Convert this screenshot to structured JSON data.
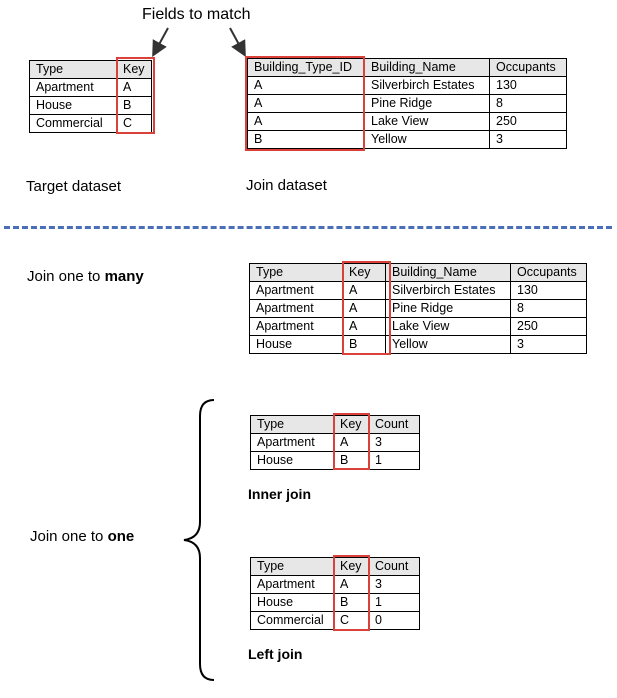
{
  "callout": "Fields to match",
  "target": {
    "caption": "Target dataset",
    "headers": [
      "Type",
      "Key"
    ],
    "rows": [
      [
        "Apartment",
        "A"
      ],
      [
        "House",
        "B"
      ],
      [
        "Commercial",
        "C"
      ]
    ]
  },
  "joinds": {
    "caption": "Join dataset",
    "headers": [
      "Building_Type_ID",
      "Building_Name",
      "Occupants"
    ],
    "rows": [
      [
        "A",
        "Silverbirch Estates",
        "130"
      ],
      [
        "A",
        "Pine Ridge",
        "8"
      ],
      [
        "A",
        "Lake View",
        "250"
      ],
      [
        "B",
        "Yellow",
        "3"
      ]
    ]
  },
  "many": {
    "caption_prefix": "Join one to ",
    "caption_bold": "many",
    "headers": [
      "Type",
      "Key",
      "Building_Name",
      "Occupants"
    ],
    "rows": [
      [
        "Apartment",
        "A",
        "Silverbirch Estates",
        "130"
      ],
      [
        "Apartment",
        "A",
        "Pine Ridge",
        "8"
      ],
      [
        "Apartment",
        "A",
        "Lake View",
        "250"
      ],
      [
        "House",
        "B",
        "Yellow",
        "3"
      ]
    ]
  },
  "one": {
    "caption_prefix": "Join one to ",
    "caption_bold": "one"
  },
  "inner": {
    "caption": "Inner join",
    "headers": [
      "Type",
      "Key",
      "Count"
    ],
    "rows": [
      [
        "Apartment",
        "A",
        "3"
      ],
      [
        "House",
        "B",
        "1"
      ]
    ]
  },
  "left": {
    "caption": "Left join",
    "headers": [
      "Type",
      "Key",
      "Count"
    ],
    "rows": [
      [
        "Apartment",
        "A",
        "3"
      ],
      [
        "House",
        "B",
        "1"
      ],
      [
        "Commercial",
        "C",
        "0"
      ]
    ]
  },
  "colors": {
    "highlight": "#d9413a",
    "divider": "#4a6eb8",
    "header_fill": "#e7e7e7"
  }
}
